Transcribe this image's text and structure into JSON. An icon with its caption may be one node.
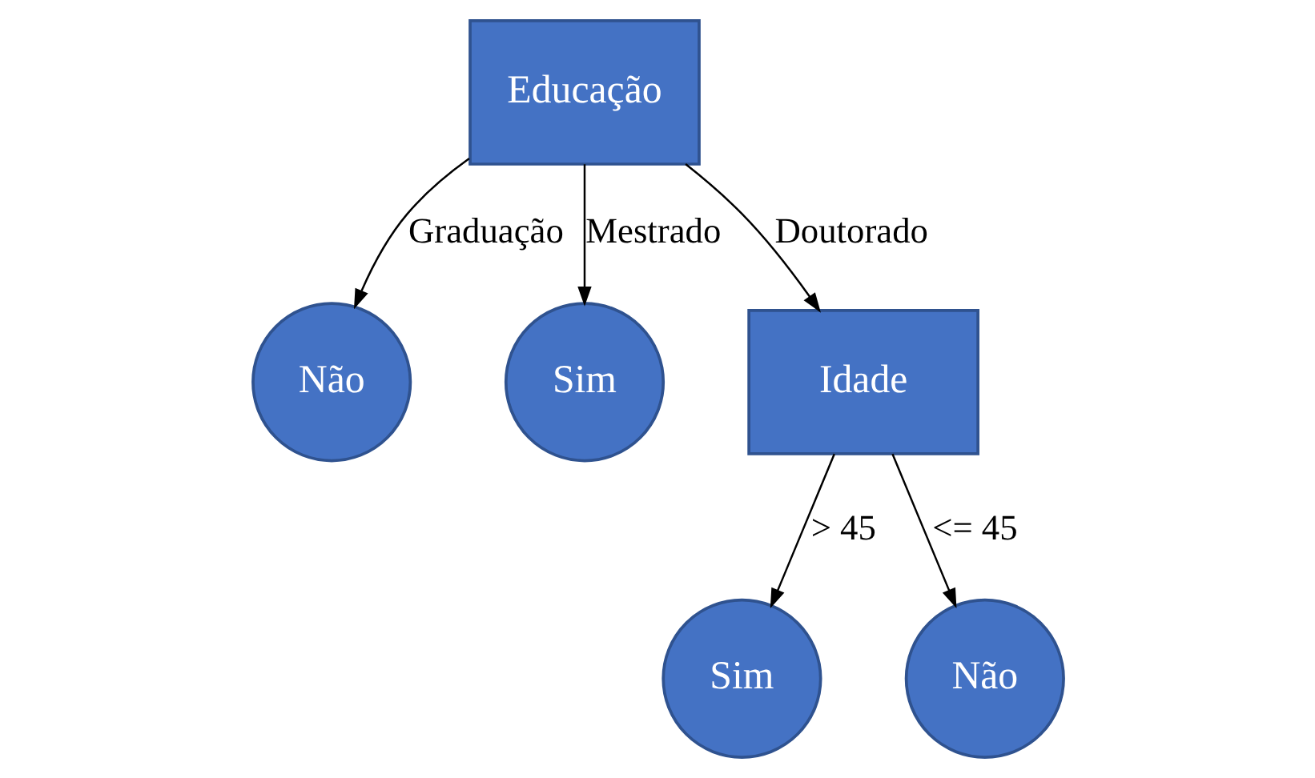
{
  "diagram": {
    "nodes": [
      {
        "text": [
          "Educação"
        ]
      },
      {
        "text": [
          "Não"
        ]
      },
      {
        "text": [
          "Sim"
        ]
      },
      {
        "text": [
          "Idade"
        ]
      },
      {
        "text": [
          "Sim"
        ]
      },
      {
        "text": [
          "Não"
        ]
      }
    ],
    "edges": [
      {
        "from": 0,
        "to": 1,
        "arrow": "to",
        "label": "Graduação"
      },
      {
        "from": 0,
        "to": 2,
        "arrow": "to",
        "label": "Mestrado"
      },
      {
        "from": 0,
        "to": 3,
        "arrow": "to",
        "label": "Doutorado"
      },
      {
        "from": 3,
        "to": 4,
        "arrow": "to",
        "label": "> 45"
      },
      {
        "from": 3,
        "to": 5,
        "arrow": "to",
        "label": "<= 45"
      }
    ]
  }
}
